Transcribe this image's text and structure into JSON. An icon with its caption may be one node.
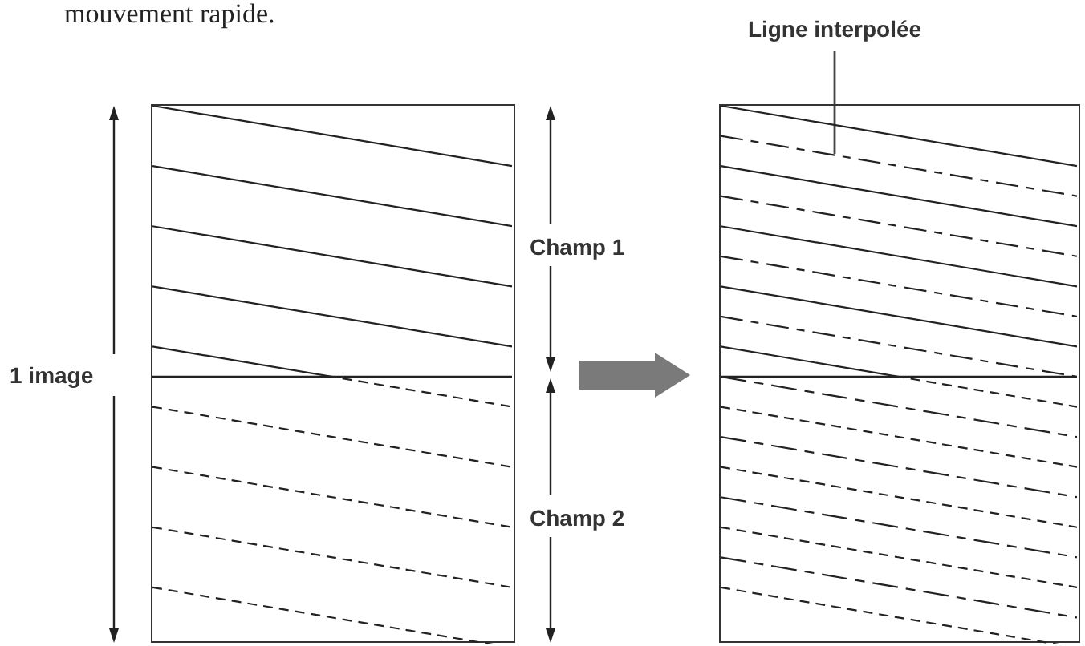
{
  "diagram": {
    "nodes": [
      {
        "text": [],
        "shape": "box"
      },
      {
        "text": [],
        "shape": "box"
      },
      {
        "text": [
          "Ligne interpolée"
        ]
      }
    ],
    "edges": [
      {
        "from": 0,
        "to": 1,
        "arrow": "to",
        "style": "thick",
        "color": "#7a7a7a"
      },
      {
        "from": 2,
        "to": 1,
        "arrow": "none"
      }
    ],
    "labels": [
      "mouvement rapide.",
      "1 image",
      "Champ 1",
      "Champ 2"
    ]
  }
}
